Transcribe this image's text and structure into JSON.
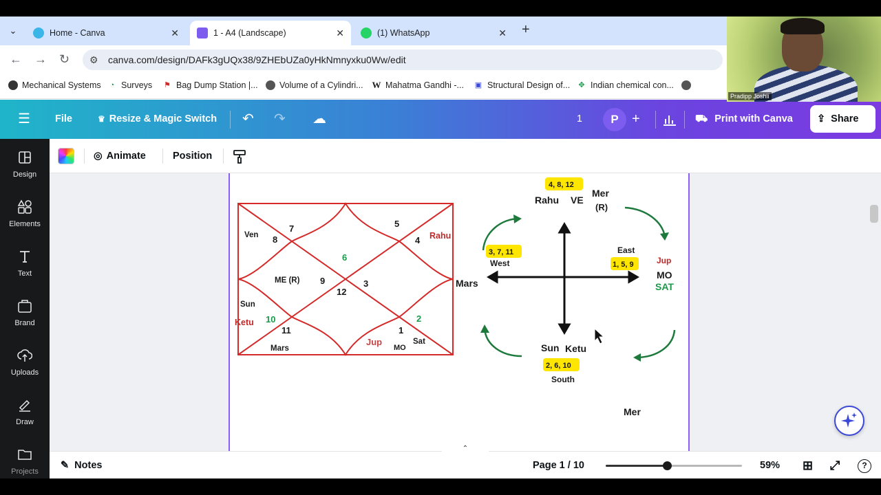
{
  "browser": {
    "tabs": [
      {
        "label": "Home - Canva",
        "active": false,
        "icon": "canva-icon"
      },
      {
        "label": "1 - A4 (Landscape)",
        "active": true,
        "icon": "canva-doc-icon"
      },
      {
        "label": "(1) WhatsApp",
        "active": false,
        "icon": "whatsapp-icon"
      }
    ],
    "url": "canva.com/design/DAFk3gUQx38/9ZHEbUZa0yHkNmnyxku0Ww/edit",
    "bookmarks": [
      "Mechanical Systems",
      "Surveys",
      "Bag Dump Station |...",
      "Volume of a Cylindri...",
      "Mahatma Gandhi -...",
      "Structural Design of...",
      "Indian chemical con..."
    ]
  },
  "webcam": {
    "name": "Pradipp Joshii"
  },
  "canva": {
    "file": "File",
    "resize": "Resize & Magic Switch",
    "page_count": "1",
    "avatar_letter": "P",
    "print": "Print with Canva",
    "share": "Share"
  },
  "sidebar": [
    {
      "label": "Design",
      "icon": "design-icon"
    },
    {
      "label": "Elements",
      "icon": "elements-icon"
    },
    {
      "label": "Text",
      "icon": "text-icon"
    },
    {
      "label": "Brand",
      "icon": "brand-icon"
    },
    {
      "label": "Uploads",
      "icon": "uploads-icon"
    },
    {
      "label": "Draw",
      "icon": "draw-icon"
    },
    {
      "label": "Projects",
      "icon": "projects-icon"
    }
  ],
  "toolbar": {
    "animate": "Animate",
    "position": "Position"
  },
  "colors": {
    "chart_red": "#d42a2a",
    "green": "#1a9b4b",
    "arrow_green": "#1e7a3c",
    "yellow": "#ffe600",
    "purple_border": "#8b5cf6"
  },
  "kundli": {
    "houses": {
      "h1": "1",
      "h2": "2",
      "h3": "3",
      "h4": "4",
      "h5": "5",
      "h6": "6",
      "h7": "7",
      "h8": "8",
      "h9": "9",
      "h10": "10",
      "h11": "11",
      "h12": "12"
    },
    "planets": {
      "ven": "Ven",
      "rahu": "Rahu",
      "me_r": "ME (R)",
      "sun": "Sun",
      "ketu": "Ketu",
      "mars_in": "Mars",
      "jup": "Jup",
      "mo": "MO",
      "sat": "Sat",
      "mars_out": "Mars"
    }
  },
  "directions": {
    "north_badge": "4, 8, 12",
    "north_rahu": "Rahu",
    "north_ve": "VE",
    "north_mer": "Mer",
    "north_mer_r": "(R)",
    "west_badge": "3, 7, 11",
    "west": "West",
    "east": "East",
    "east_badge": "1, 5, 9",
    "east_jup": "Jup",
    "east_mo": "MO",
    "east_sat": "SAT",
    "south_sun": "Sun",
    "south_ketu": "Ketu",
    "south_badge": "2, 6, 10",
    "south": "South",
    "mer_bottom": "Mer"
  },
  "bottom": {
    "notes": "Notes",
    "page": "Page 1 / 10",
    "zoom": "59%",
    "zoom_level": 0.45
  }
}
